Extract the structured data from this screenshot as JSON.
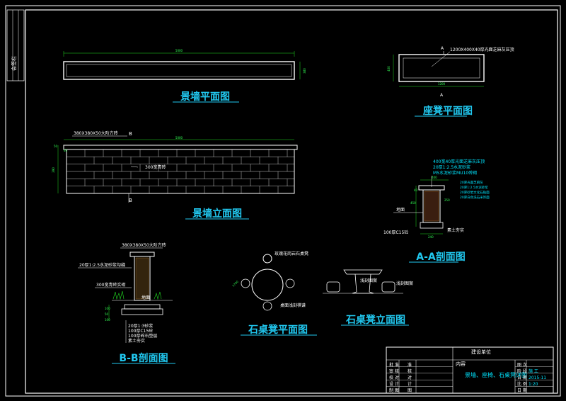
{
  "sheet": {
    "side_label": "会签栏",
    "colors": {
      "title": "#21c8f0",
      "line": "#ffffff",
      "dimension": "#22dd22",
      "hatch": "#00e5ff",
      "background": "#000000"
    }
  },
  "views": {
    "wall_plan": {
      "title": "景墙平面图",
      "dim_len": "5000",
      "dim_h": "380"
    },
    "seat_plan": {
      "title": "座凳平面图",
      "callout": "1200X400X40厚光面芝麻灰压顶",
      "dim_len": "1200",
      "dim_h": "400",
      "section_mark": "A"
    },
    "wall_elev": {
      "title": "景墙立面图",
      "cap_note": "380X380X50大阶方砖",
      "fill_note": "300宽青砖",
      "dim_len": "5000",
      "section_mark": "B",
      "dim_h": "390",
      "dim_cap": "50",
      "dim_cap2": "40"
    },
    "aa_section": {
      "title": "A-A剖面图",
      "notes": [
        "400宽40厚光面芝麻灰压顶",
        "20厚1:2.5水泥砂浆",
        "M5水泥砂浆MU10砖砌"
      ],
      "right_notes": [
        "20厚光面芝麻灰",
        "20厚1:2.5水泥砂浆",
        "20厚砂岩文化石贴面",
        "20厚白色洗石米饰面"
      ],
      "ground": "地面",
      "base": "100厚C15砼",
      "soil": "素土夯实",
      "dims": [
        "400",
        "40",
        "450",
        "250",
        "240"
      ]
    },
    "bb_section": {
      "title": "B-B剖面图",
      "top_note": "380X380X50大阶方砖",
      "mid_note": "20厚1:2.5水泥砂浆勾缝",
      "brick_note": "300宽青砖实砌",
      "ground": "地面",
      "layers": [
        "20厚1:3砂浆",
        "100厚C15砼",
        "100厚碎石垫层",
        "素土夯实"
      ],
      "dims": [
        "100",
        "50",
        "100"
      ]
    },
    "table_plan": {
      "title": "石桌凳平面图",
      "note1": "玫瑰花岗岩石桌凳",
      "note2": "桌面浅刻棋谱",
      "dim": "1700"
    },
    "table_elev": {
      "title": "石桌凳立面图",
      "note1": "浅刻图案",
      "note2": "浅刻图案"
    }
  },
  "title_block": {
    "rows_left": [
      "批 准",
      "审 核",
      "校 对",
      "设 计",
      "制 图"
    ],
    "rows_left2": [
      "准",
      "核",
      "对",
      "计",
      "图"
    ],
    "header": "建设单位",
    "content_label": "内容",
    "content": "景墙、座椅、石桌凳详图",
    "right_labels": [
      "图 次",
      "阶 段",
      "日 期",
      "比 例",
      "日 期"
    ],
    "right_values": [
      "",
      "施 工",
      "2015-11",
      "1:20",
      ""
    ]
  }
}
